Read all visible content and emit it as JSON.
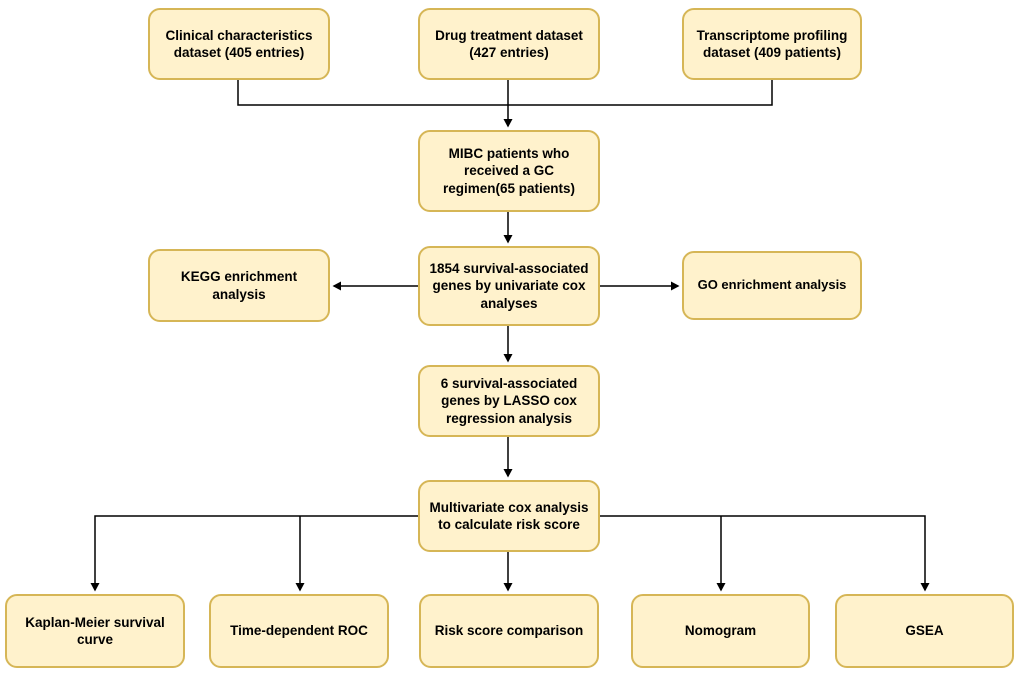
{
  "theme": {
    "canvas_bg": "#ffffff",
    "node_fill": "#fff2cc",
    "node_border": "#d6b656",
    "text_color": "#000000",
    "edge_color": "#000000"
  },
  "nodes": {
    "clinical": {
      "label": "Clinical characteristics dataset (405 entries)"
    },
    "drug": {
      "label": "Drug treatment dataset (427 entries)"
    },
    "transcriptome": {
      "label": "Transcriptome profiling dataset (409 patients)"
    },
    "mibc": {
      "label": "MIBC patients who received a GC regimen(65 patients)"
    },
    "kegg": {
      "label": "KEGG enrichment analysis"
    },
    "univariate": {
      "label": "1854 survival-associated genes by univariate cox analyses"
    },
    "go": {
      "label": "GO enrichment analysis"
    },
    "lasso": {
      "label": "6 survival-associated genes by LASSO cox regression analysis"
    },
    "multivariate": {
      "label": "Multivariate cox analysis to calculate risk score"
    },
    "km": {
      "label": "Kaplan-Meier survival curve"
    },
    "roc": {
      "label": "Time-dependent ROC"
    },
    "risk": {
      "label": "Risk score comparison"
    },
    "nomogram": {
      "label": "Nomogram"
    },
    "gsea": {
      "label": "GSEA"
    }
  },
  "edges": [
    {
      "from": "clinical",
      "to": "mibc"
    },
    {
      "from": "drug",
      "to": "mibc"
    },
    {
      "from": "transcriptome",
      "to": "mibc"
    },
    {
      "from": "mibc",
      "to": "univariate"
    },
    {
      "from": "univariate",
      "to": "kegg"
    },
    {
      "from": "univariate",
      "to": "go"
    },
    {
      "from": "univariate",
      "to": "lasso"
    },
    {
      "from": "lasso",
      "to": "multivariate"
    },
    {
      "from": "multivariate",
      "to": "km"
    },
    {
      "from": "multivariate",
      "to": "roc"
    },
    {
      "from": "multivariate",
      "to": "risk"
    },
    {
      "from": "multivariate",
      "to": "nomogram"
    },
    {
      "from": "multivariate",
      "to": "gsea"
    }
  ]
}
